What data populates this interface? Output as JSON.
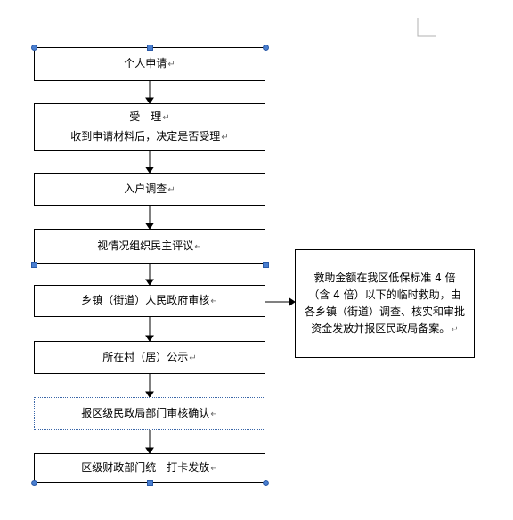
{
  "steps": [
    {
      "label": "个人申请"
    },
    {
      "label": "受　理",
      "sub": "收到申请材料后，决定是否受理"
    },
    {
      "label": "入户调查"
    },
    {
      "label": "视情况组织民主评议"
    },
    {
      "label": "乡镇（街道）人民政府审核"
    },
    {
      "label": "所在村（居）公示"
    },
    {
      "label": "报区级民政局部门审核确认"
    },
    {
      "label": "区级财政部门统一打卡发放"
    }
  ],
  "side_note": "救助金额在我区低保标准 4 倍（含 4 倍）以下的临时救助，由各乡镇（街道）调查、核实和审批资金发放并报区民政局备案。",
  "paragraph_mark": "↵"
}
